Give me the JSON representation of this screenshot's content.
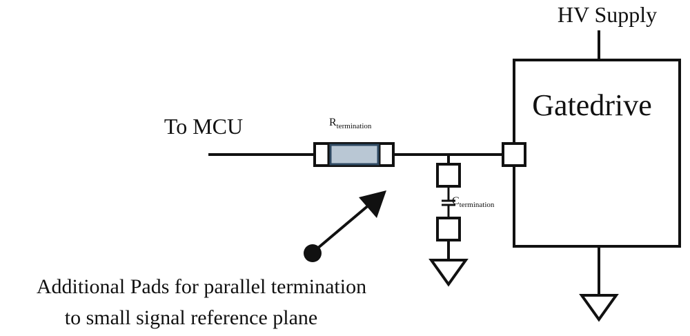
{
  "labels": {
    "hv_supply": "HV Supply",
    "gatedrive": "Gatedrive",
    "to_mcu": "To MCU",
    "r_main": "R",
    "r_sub": "termination",
    "c_main": "C",
    "c_sub": "termination",
    "caption_line1": "Additional Pads for parallel termination",
    "caption_line2": "to small signal reference plane"
  },
  "colors": {
    "line": "#111111",
    "resistor_fill": "#b9c7d4",
    "resistor_stroke": "#2f4a63"
  }
}
